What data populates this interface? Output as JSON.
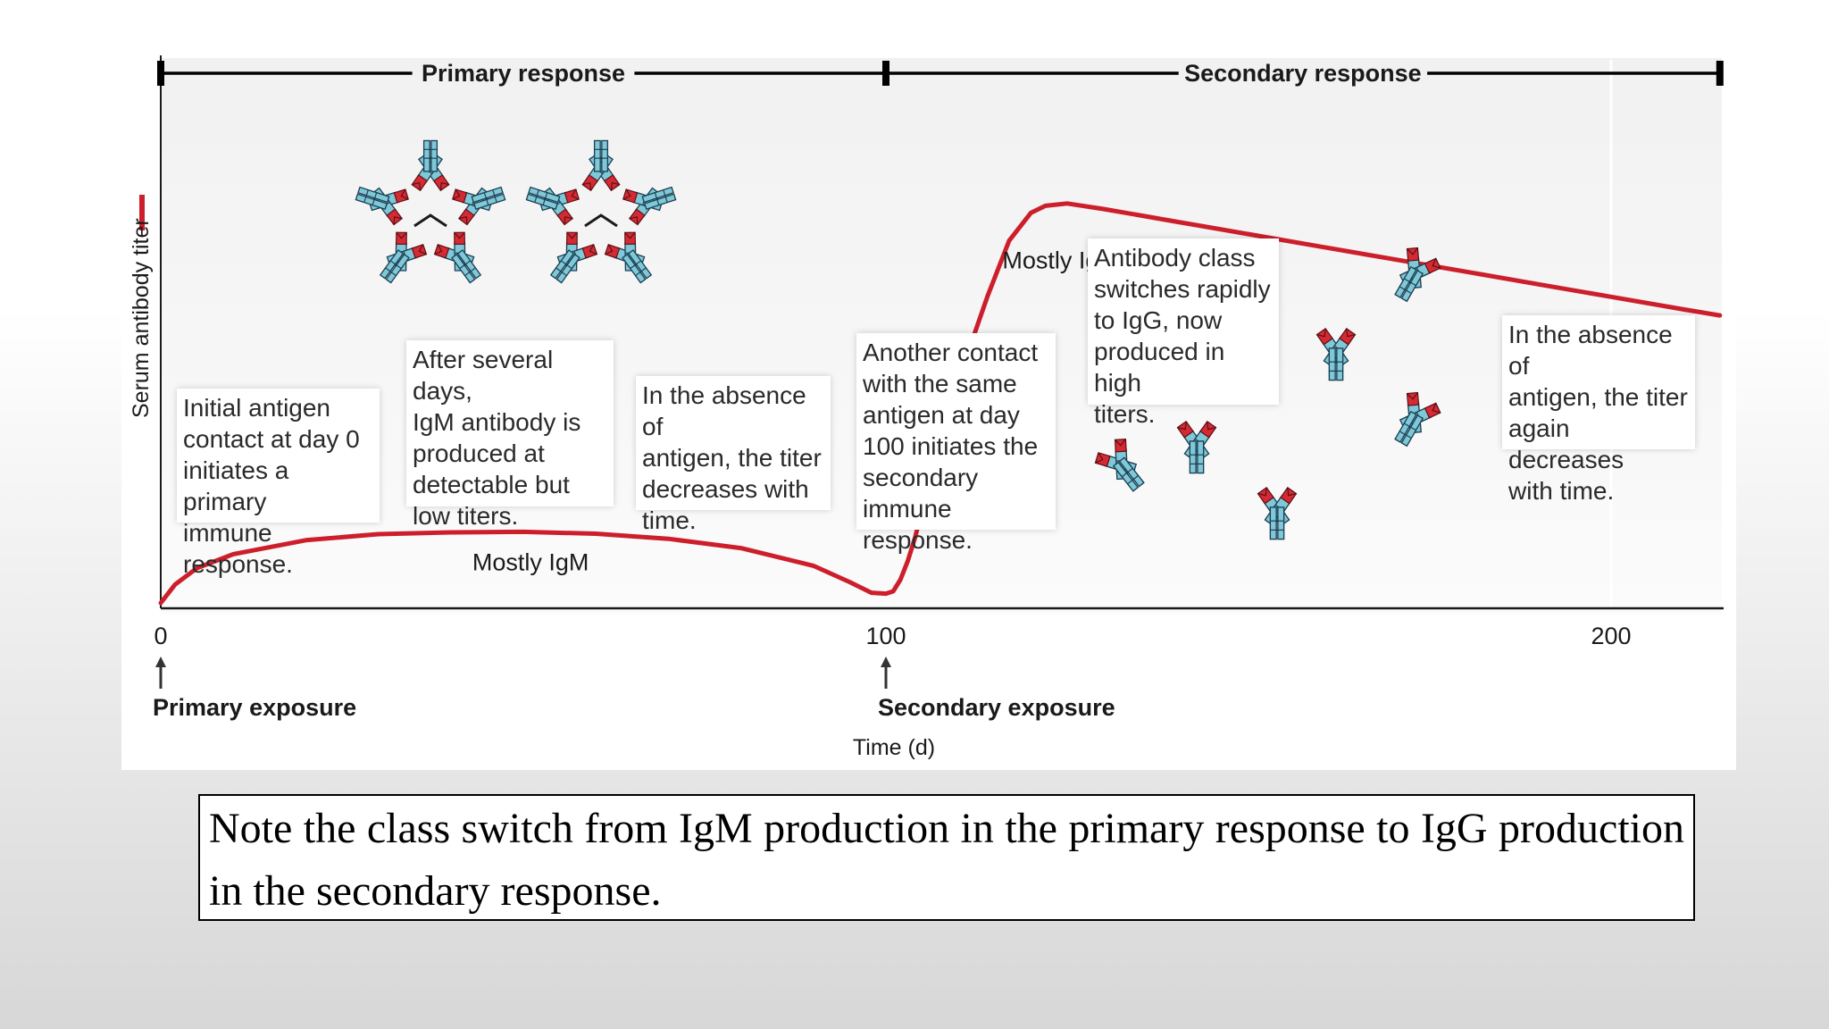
{
  "chart_data": {
    "type": "line",
    "title": "",
    "xlabel": "Time (d)",
    "ylabel": "Serum antibody titer",
    "xlim": [
      0,
      215
    ],
    "ylim": [
      0,
      100
    ],
    "x_ticks": [
      "0",
      "100",
      "200"
    ],
    "grid_x_at": [
      200
    ],
    "series": [
      {
        "x": [
          0,
          2,
          5,
          10,
          20,
          30,
          40,
          50,
          60,
          70,
          80,
          90,
          95,
          98,
          100,
          101,
          102,
          103,
          104,
          106,
          110,
          114,
          117,
          120,
          122,
          125,
          130,
          140,
          150,
          160,
          170,
          180,
          190,
          200,
          210,
          215
        ],
        "y": [
          0,
          4,
          7.5,
          10.5,
          13.5,
          14.8,
          15.2,
          15.3,
          14.9,
          13.8,
          11.8,
          8,
          4.5,
          2.2,
          2,
          2.5,
          5,
          9,
          14,
          26,
          48,
          66,
          78,
          84,
          85.5,
          86,
          84.8,
          82.1,
          79.4,
          76.7,
          74,
          71.3,
          68.6,
          65.9,
          63.2,
          61.9
        ]
      }
    ],
    "phase_labels": [
      "Primary response",
      "Secondary response"
    ],
    "phase_boundaries_x": [
      0,
      100,
      215
    ],
    "curve_labels": [
      {
        "text": "Mostly IgM",
        "x": 51,
        "y": 7
      },
      {
        "text": "Mostly IgG",
        "x": 124,
        "y": 72
      }
    ],
    "exposures": [
      {
        "x": 0,
        "label": "Primary exposure"
      },
      {
        "x": 100,
        "label": "Secondary exposure"
      }
    ],
    "legend": "none",
    "colors": {
      "curve": "#cc1f2b",
      "antibody_heavy": "#7ec8d8",
      "antibody_tip": "#d42a34",
      "axis_marker": "#cc1f2b"
    }
  },
  "callouts": {
    "initial": "Initial antigen\ncontact at day 0\ninitiates a primary\nimmune response.",
    "after": "After several days,\nIgM antibody is\nproduced at\ndetectable but\nlow titers.",
    "absence1": "In the absence of\nantigen, the titer\ndecreases with\ntime.",
    "another": "Another contact\nwith the same\nantigen at day\n100 initiates the\nsecondary\nimmune response.",
    "class_switch": "Antibody class\nswitches rapidly\nto IgG, now\nproduced in high\ntiters.",
    "absence2": "In the absence of\nantigen, the titer\nagain decreases\nwith time."
  },
  "icons": {
    "pentamer": "igm-pentamer-icon",
    "monomer": "igg-antibody-icon"
  },
  "caption": "Note the class switch from IgM production in the primary response to IgG production in the secondary response."
}
